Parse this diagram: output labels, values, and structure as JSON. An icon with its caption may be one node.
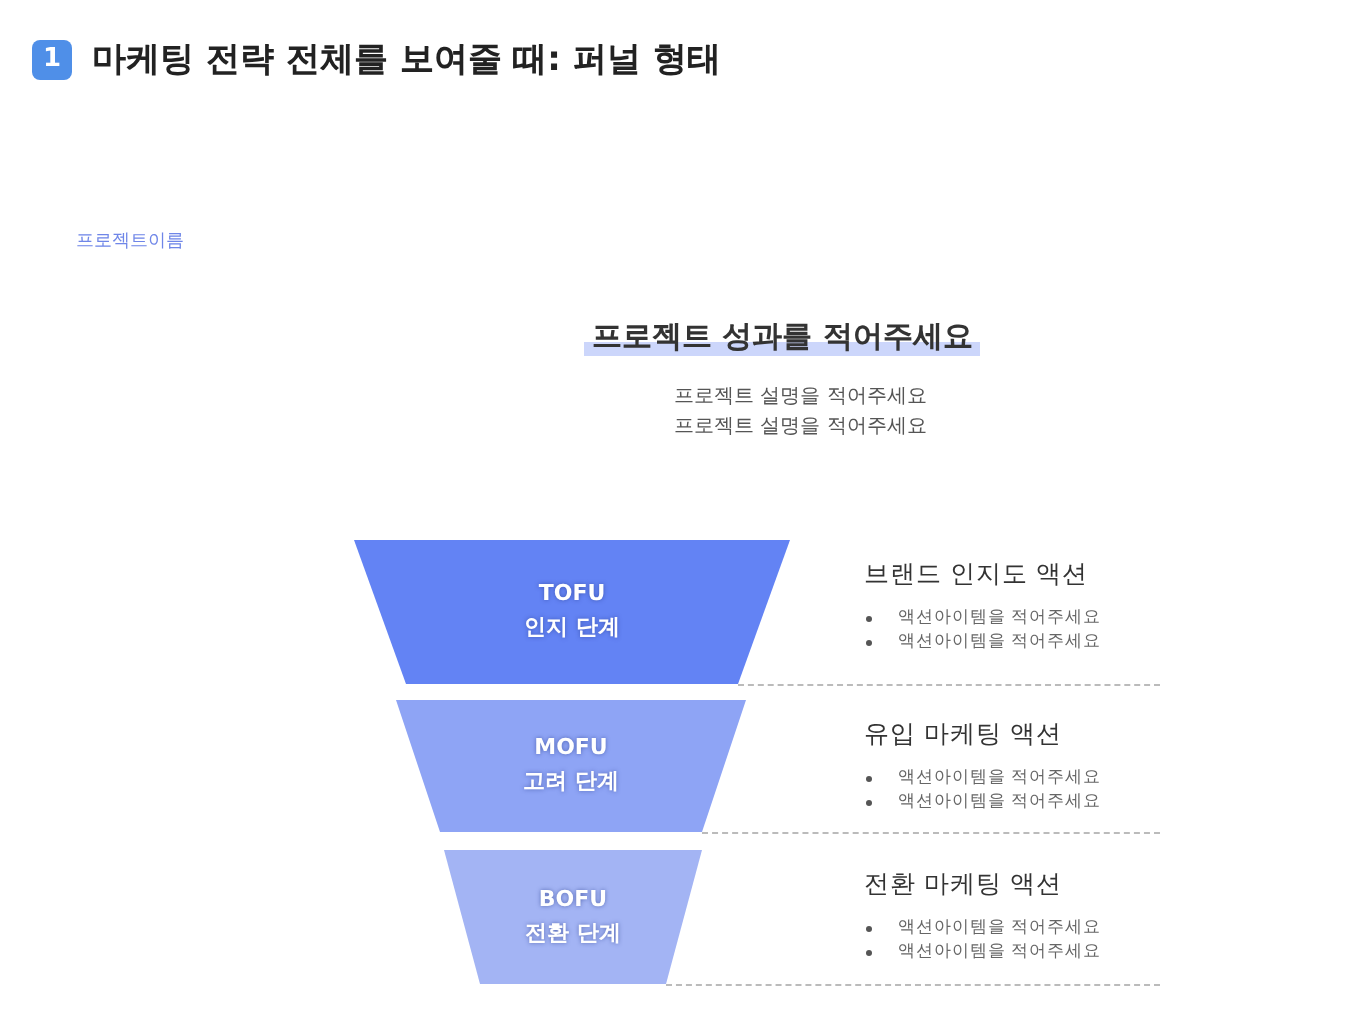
{
  "diagram": {
    "title": "마케팅 전략 전체를 보여줄 때: 퍼널 형태",
    "nodes": [
      {
        "text": [
          "TOFU",
          "인지 단계"
        ],
        "beside": [
          "브랜드 인지도 액션",
          "액션아이템을 적어주세요",
          "액션아이템을 적어주세요"
        ]
      },
      {
        "text": [
          "MOFU",
          "고려 단계"
        ],
        "beside": [
          "유입 마케팅 액션",
          "액션아이템을 적어주세요",
          "액션아이템을 적어주세요"
        ]
      },
      {
        "text": [
          "BOFU",
          "전환 단계"
        ],
        "beside": [
          "전환 마케팅 액션",
          "액션아이템을 적어주세요",
          "액션아이템을 적어주세요"
        ]
      }
    ],
    "edges": [],
    "labels": [
      "1",
      "프로젝트이름",
      "프로젝트 성과를 적어주세요",
      "프로젝트 설명을 적어주세요",
      "프로젝트 설명을 적어주세요"
    ]
  }
}
